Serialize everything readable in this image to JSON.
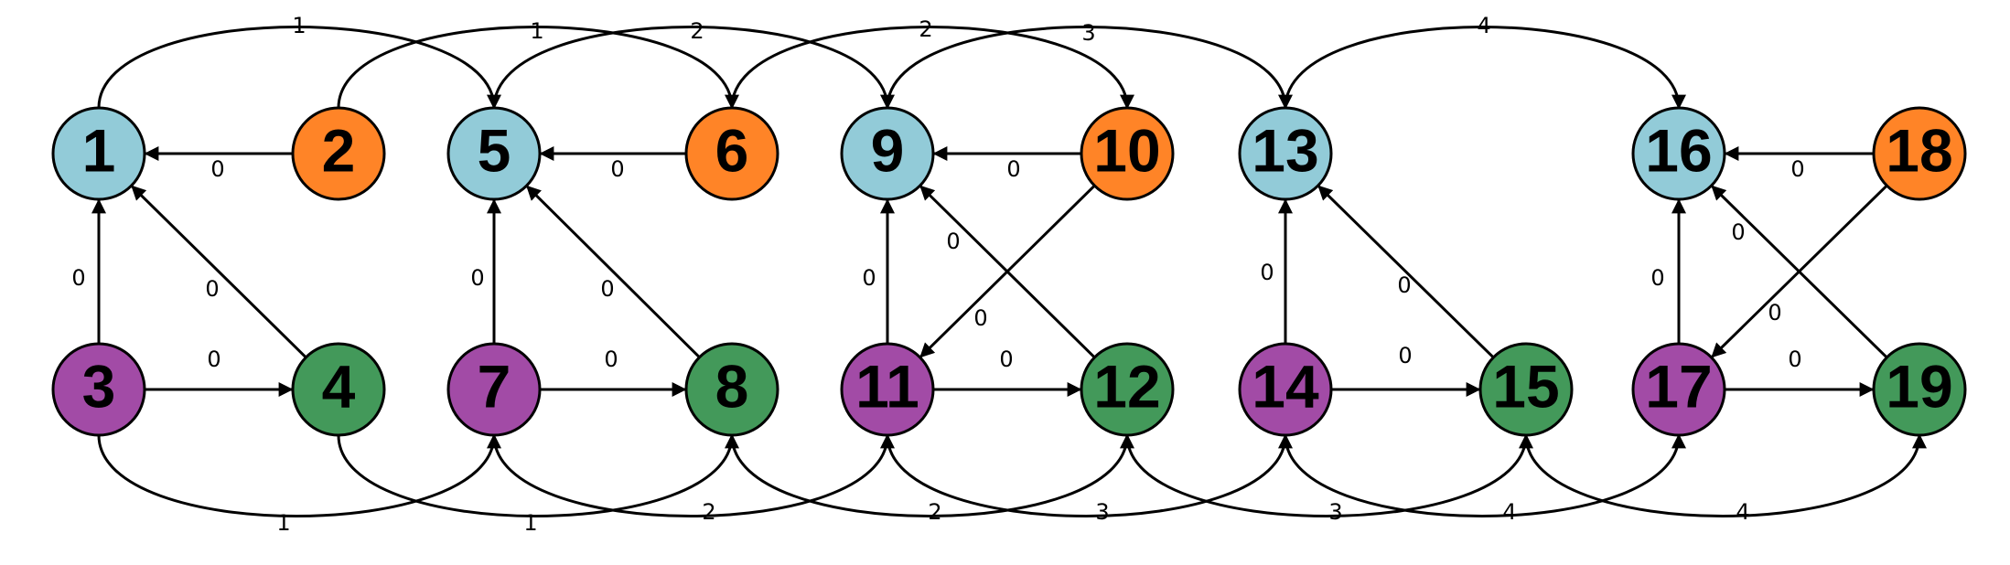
{
  "colors": {
    "blue": "#92cbd8",
    "orange": "#ff8427",
    "purple": "#a24ba6",
    "green": "#43995a"
  },
  "nodes": [
    {
      "id": "1",
      "label": "1",
      "color": "blue"
    },
    {
      "id": "2",
      "label": "2",
      "color": "orange"
    },
    {
      "id": "3",
      "label": "3",
      "color": "purple"
    },
    {
      "id": "4",
      "label": "4",
      "color": "green"
    },
    {
      "id": "5",
      "label": "5",
      "color": "blue"
    },
    {
      "id": "6",
      "label": "6",
      "color": "orange"
    },
    {
      "id": "7",
      "label": "7",
      "color": "purple"
    },
    {
      "id": "8",
      "label": "8",
      "color": "green"
    },
    {
      "id": "9",
      "label": "9",
      "color": "blue"
    },
    {
      "id": "10",
      "label": "10",
      "color": "orange"
    },
    {
      "id": "11",
      "label": "11",
      "color": "purple"
    },
    {
      "id": "12",
      "label": "12",
      "color": "green"
    },
    {
      "id": "13",
      "label": "13",
      "color": "blue"
    },
    {
      "id": "14",
      "label": "14",
      "color": "purple"
    },
    {
      "id": "15",
      "label": "15",
      "color": "green"
    },
    {
      "id": "16",
      "label": "16",
      "color": "blue"
    },
    {
      "id": "17",
      "label": "17",
      "color": "purple"
    },
    {
      "id": "18",
      "label": "18",
      "color": "orange"
    },
    {
      "id": "19",
      "label": "19",
      "color": "green"
    }
  ],
  "edges": [
    {
      "from": "2",
      "to": "1",
      "label": "0"
    },
    {
      "from": "3",
      "to": "1",
      "label": "0"
    },
    {
      "from": "4",
      "to": "1",
      "label": "0"
    },
    {
      "from": "3",
      "to": "4",
      "label": "0"
    },
    {
      "from": "6",
      "to": "5",
      "label": "0"
    },
    {
      "from": "7",
      "to": "5",
      "label": "0"
    },
    {
      "from": "8",
      "to": "5",
      "label": "0"
    },
    {
      "from": "7",
      "to": "8",
      "label": "0"
    },
    {
      "from": "10",
      "to": "9",
      "label": "0"
    },
    {
      "from": "11",
      "to": "9",
      "label": "0"
    },
    {
      "from": "12",
      "to": "9",
      "label": "0"
    },
    {
      "from": "10",
      "to": "11",
      "label": "0"
    },
    {
      "from": "11",
      "to": "12",
      "label": "0"
    },
    {
      "from": "14",
      "to": "13",
      "label": "0"
    },
    {
      "from": "15",
      "to": "13",
      "label": "0"
    },
    {
      "from": "14",
      "to": "15",
      "label": "0"
    },
    {
      "from": "18",
      "to": "16",
      "label": "0"
    },
    {
      "from": "17",
      "to": "16",
      "label": "0"
    },
    {
      "from": "19",
      "to": "16",
      "label": "0"
    },
    {
      "from": "18",
      "to": "17",
      "label": "0"
    },
    {
      "from": "17",
      "to": "19",
      "label": "0"
    },
    {
      "from": "1",
      "to": "5",
      "label": "1"
    },
    {
      "from": "2",
      "to": "6",
      "label": "1"
    },
    {
      "from": "5",
      "to": "9",
      "label": "2"
    },
    {
      "from": "6",
      "to": "10",
      "label": "2"
    },
    {
      "from": "9",
      "to": "13",
      "label": "3"
    },
    {
      "from": "13",
      "to": "16",
      "label": "4"
    },
    {
      "from": "3",
      "to": "7",
      "label": "1"
    },
    {
      "from": "4",
      "to": "8",
      "label": "1"
    },
    {
      "from": "7",
      "to": "11",
      "label": "2"
    },
    {
      "from": "8",
      "to": "12",
      "label": "2"
    },
    {
      "from": "11",
      "to": "14",
      "label": "3"
    },
    {
      "from": "12",
      "to": "15",
      "label": "3"
    },
    {
      "from": "14",
      "to": "17",
      "label": "4"
    },
    {
      "from": "15",
      "to": "19",
      "label": "4"
    }
  ]
}
